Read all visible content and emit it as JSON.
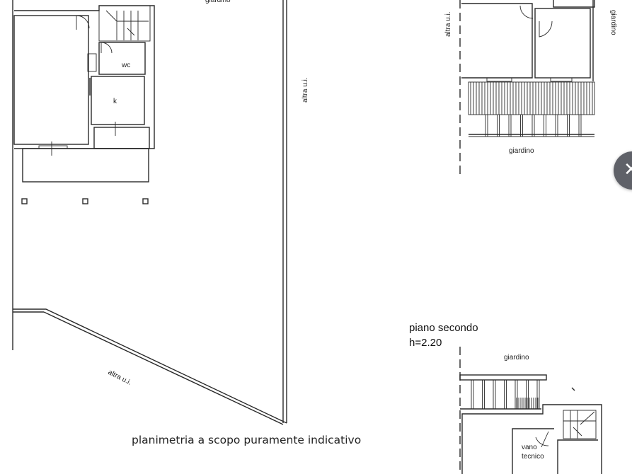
{
  "plan": {
    "labels": {
      "giardino_top": "giardino",
      "wc": "wc",
      "k": "k",
      "altra_ui_right": "altra u.i.",
      "altra_ui_diag": "altra u.i.",
      "altra_ui_top_right": "altra u.i.",
      "giardino_vertical": "giardino",
      "giardino_pergola": "giardino",
      "piano_secondo": "piano secondo",
      "height": "h=2.20",
      "giardino_second": "giardino",
      "vano": "vano",
      "tecnico": "tecnico"
    },
    "caption": "planimetria a scopo puramente indicativo"
  },
  "viewer": {
    "close_icon": "close-icon",
    "close_button_color": "#5f6168"
  }
}
